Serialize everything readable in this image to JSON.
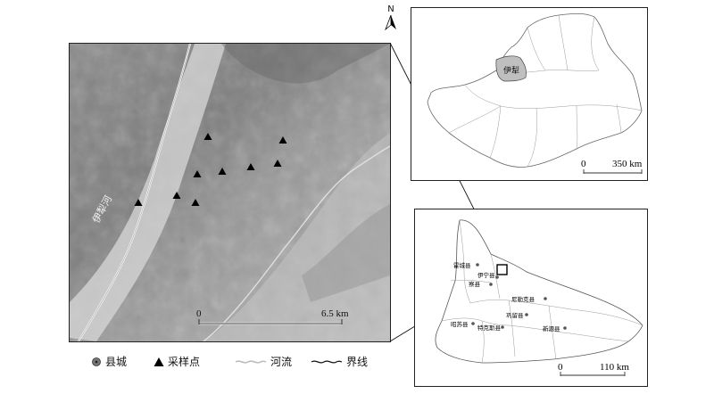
{
  "north_arrow": {
    "label": "N"
  },
  "main_map": {
    "river_label": "伊犁河",
    "scale_zero": "0",
    "scale_max": "6.5 km"
  },
  "inset_top": {
    "region_label": "伊犁",
    "scale_zero": "0",
    "scale_max": "350 km",
    "highlight_color": "#bfbfbf"
  },
  "inset_bottom": {
    "scale_zero": "0",
    "scale_max": "110 km",
    "counties": [
      {
        "name": "霍城县"
      },
      {
        "name": "伊宁县"
      },
      {
        "name": "察县"
      },
      {
        "name": "尼勒克县"
      },
      {
        "name": "巩留县"
      },
      {
        "name": "新源县"
      },
      {
        "name": "特克斯县"
      },
      {
        "name": "昭苏县"
      }
    ]
  },
  "legend": {
    "items": [
      {
        "label": "县城",
        "icon": "county-seat-icon"
      },
      {
        "label": "采样点",
        "icon": "triangle-icon"
      },
      {
        "label": "河流",
        "icon": "river-line-icon"
      },
      {
        "label": "界线",
        "icon": "boundary-line-icon"
      }
    ]
  }
}
